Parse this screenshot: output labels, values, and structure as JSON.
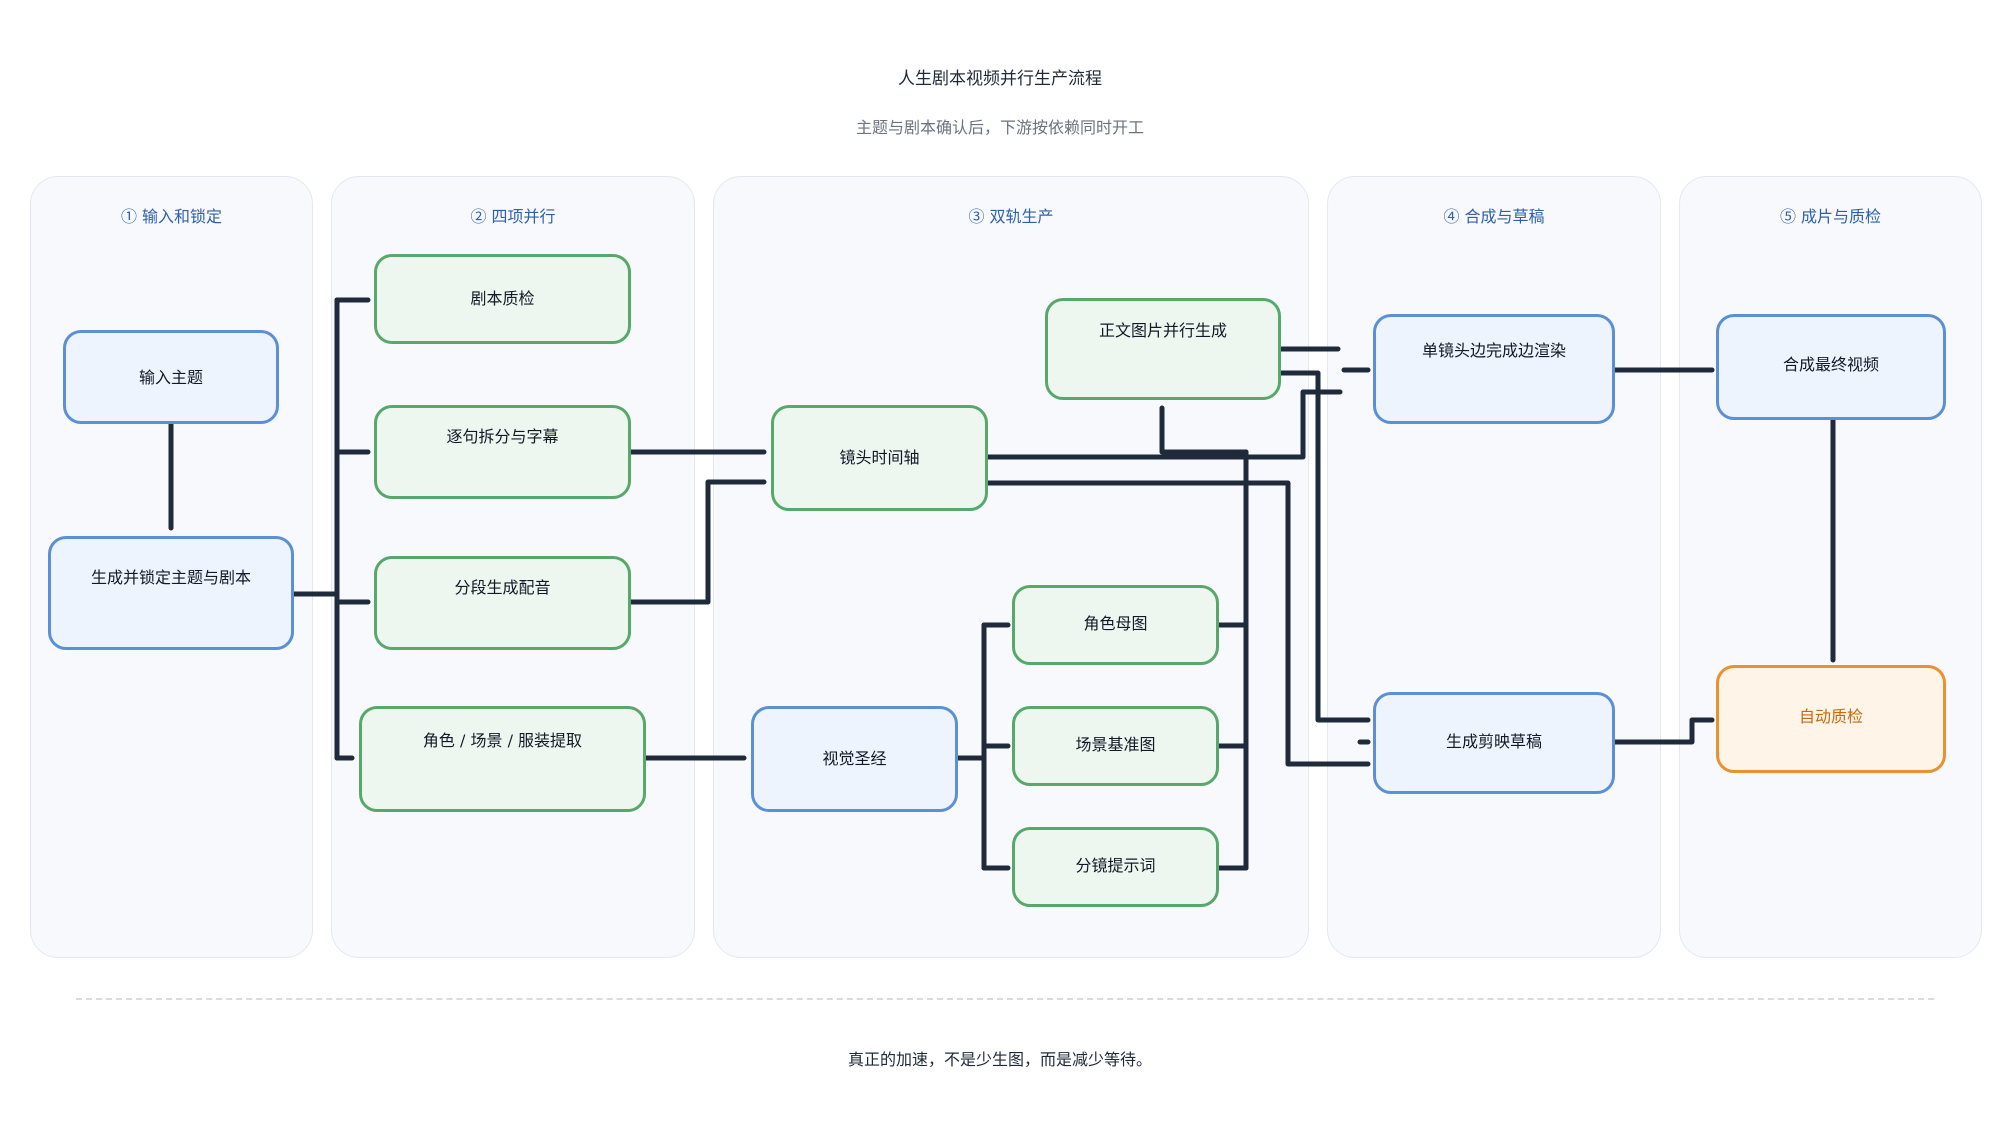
{
  "title": "人生剧本视频并行生产流程",
  "subtitle": "主题与剧本确认后，下游按依赖同时开工",
  "lanes": [
    {
      "title": "① 输入和锁定"
    },
    {
      "title": "② 四项并行"
    },
    {
      "title": "③ 双轨生产"
    },
    {
      "title": "④ 合成与草稿"
    },
    {
      "title": "⑤ 成片与质检"
    }
  ],
  "nodes": {
    "input_topic": "输入主题",
    "lock_script": "生成并锁定主题与剧本",
    "script_qc": "剧本质检",
    "split_subtitle": "逐句拆分与字幕",
    "voiceover": "分段生成配音",
    "extract": "角色 / 场景 / 服装提取",
    "timeline": "镜头时间轴",
    "visual_bible": "视觉圣经",
    "character_ref": "角色母图",
    "scene_ref": "场景基准图",
    "storyboard_prompt": "分镜提示词",
    "parallel_images": "正文图片并行生成",
    "render_per_shot": "单镜头边完成边渲染",
    "jianying_draft": "生成剪映草稿",
    "final_video": "合成最终视频",
    "auto_qc": "自动质检"
  },
  "footer": "真正的加速，不是少生图，而是减少等待。",
  "colors": {
    "wire": "#1f2a3a",
    "green_fill": "#eef7ef",
    "green_border": "#58a86b",
    "blue_fill": "#edf4fd",
    "blue_border": "#5b8fd6",
    "orange_fill": "#fef4e7",
    "orange_border": "#ec8f2e",
    "lane_title": "#2f5fa8"
  }
}
